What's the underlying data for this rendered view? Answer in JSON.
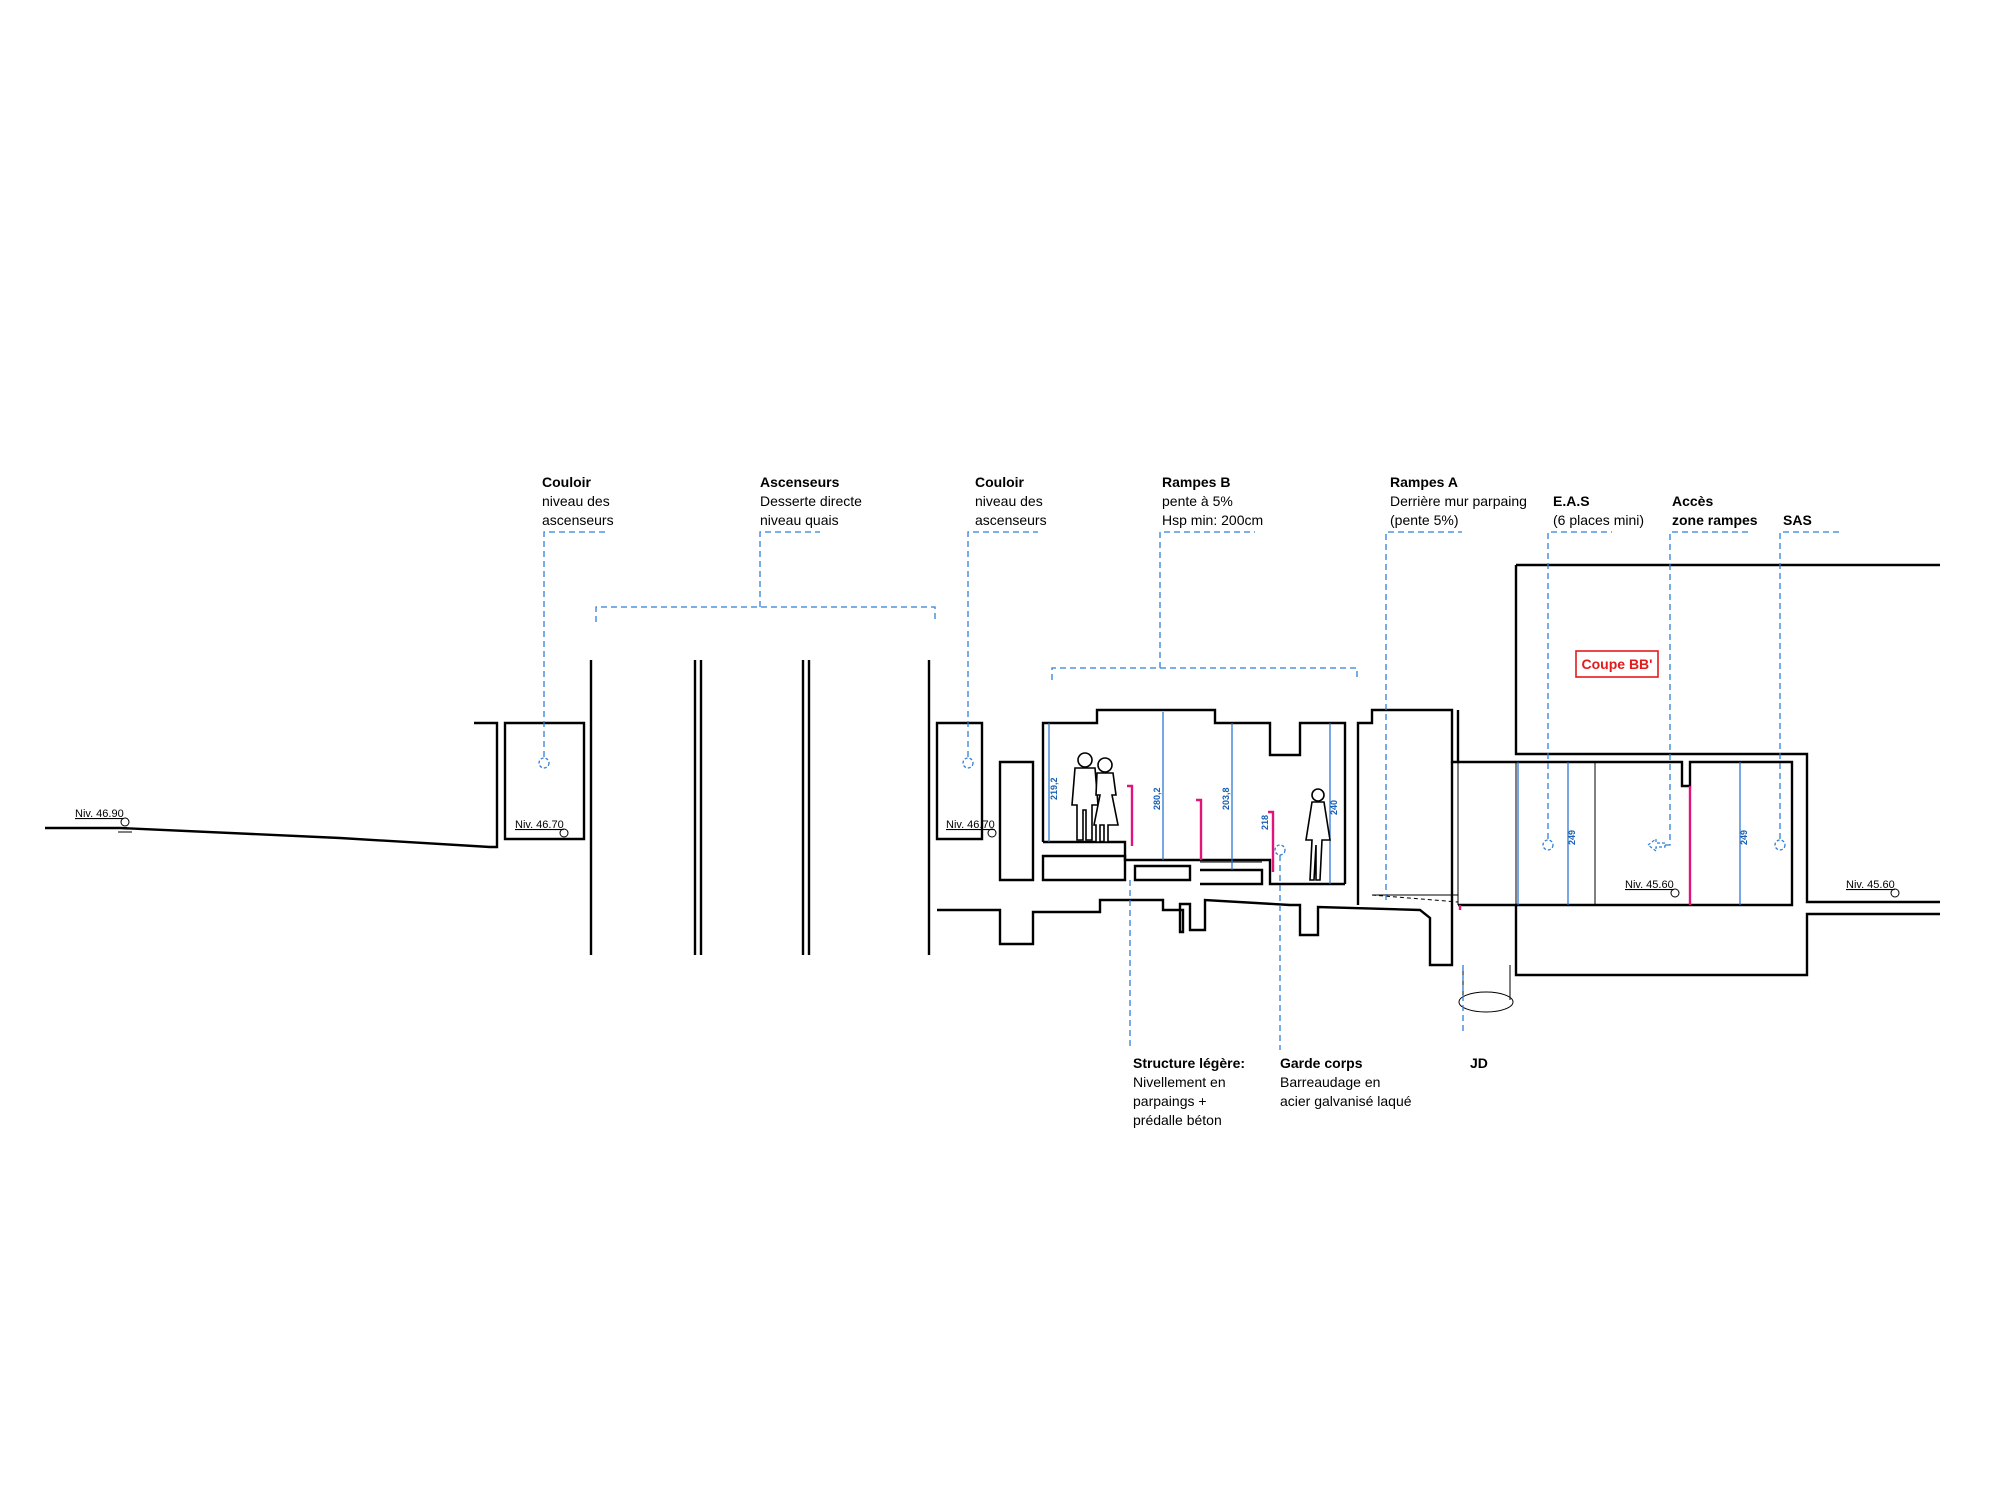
{
  "labels": {
    "couloir_left": {
      "title": "Couloir",
      "line1": "niveau des",
      "line2": "ascenseurs"
    },
    "ascenseurs": {
      "title": "Ascenseurs",
      "line1": "Desserte directe",
      "line2": "niveau quais"
    },
    "couloir_right": {
      "title": "Couloir",
      "line1": "niveau des",
      "line2": "ascenseurs"
    },
    "rampes_b": {
      "title": "Rampes B",
      "line1": "pente à 5%",
      "line2": "Hsp min: 200cm"
    },
    "rampes_a": {
      "title": "Rampes A",
      "line1": "Derrière mur parpaing",
      "line2": "(pente 5%)"
    },
    "eas": {
      "title": "E.A.S",
      "line1": "(6 places mini)"
    },
    "acces": {
      "title": "Accès",
      "line1": "zone rampes"
    },
    "sas": {
      "title": "SAS"
    },
    "structure": {
      "title": "Structure légère:",
      "line1": "Nivellement en",
      "line2": "parpaings +",
      "line3": "prédalle béton"
    },
    "garde_corps": {
      "title": "Garde corps",
      "line1": "Barreaudage en",
      "line2": "acier galvanisé laqué"
    },
    "jd": {
      "title": "JD"
    }
  },
  "levels": {
    "niv_4690": "Niv. 46.90",
    "niv_4670_a": "Niv. 46.70",
    "niv_4670_b": "Niv. 46.70",
    "niv_4560_a": "Niv. 45.60",
    "niv_4560_b": "Niv. 45.60"
  },
  "dimensions": {
    "d1": "219,2",
    "d2": "280,2",
    "d3": "203,8",
    "d4": "218",
    "d5": "240",
    "d6": "249",
    "d7": "249"
  },
  "section_title": "Coupe BB'",
  "colors": {
    "leader": "#2f7fd8",
    "dimension": "#1f6fd0",
    "railing": "#e0157a",
    "title": "#e31b1b",
    "wall": "#000000"
  }
}
